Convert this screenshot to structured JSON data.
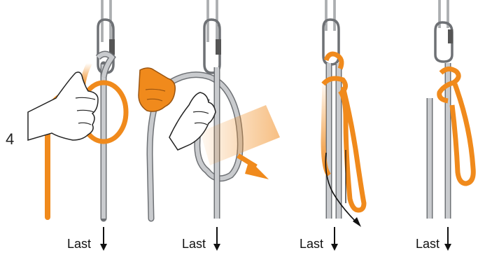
{
  "step_number": "4",
  "panels": [
    {
      "load_label": "Last",
      "arrow": "down-arrow-icon"
    },
    {
      "load_label": "Last",
      "arrow": "down-arrow-icon"
    },
    {
      "load_label": "Last",
      "arrow": "down-arrow-icon"
    },
    {
      "load_label": "Last",
      "arrow": "down-arrow-icon"
    }
  ],
  "colors": {
    "rope_orange": "#F08A1C",
    "rope_grey": "#B9BCBF",
    "rope_outline": "#6E7175",
    "skin": "#FFFFFF",
    "motion_arrow": "#F08A1C"
  }
}
